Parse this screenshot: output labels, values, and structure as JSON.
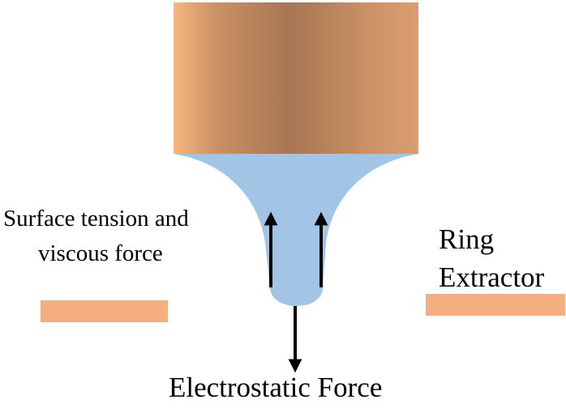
{
  "diagram": {
    "labels": {
      "surface_tension_line1": "Surface tension and",
      "surface_tension_line2": "viscous force",
      "ring_line1": "Ring",
      "ring_line2": "Extractor",
      "electrostatic": "Electrostatic Force"
    },
    "colors": {
      "nozzle_edge": "#f6b67f",
      "nozzle_dark": "#a77652",
      "nozzle_mid": "#c99064",
      "nozzle_right": "#dc9e70",
      "liquid": "#a2c5e6",
      "ring": "#f4ae7f",
      "arrow": "#000000"
    }
  }
}
